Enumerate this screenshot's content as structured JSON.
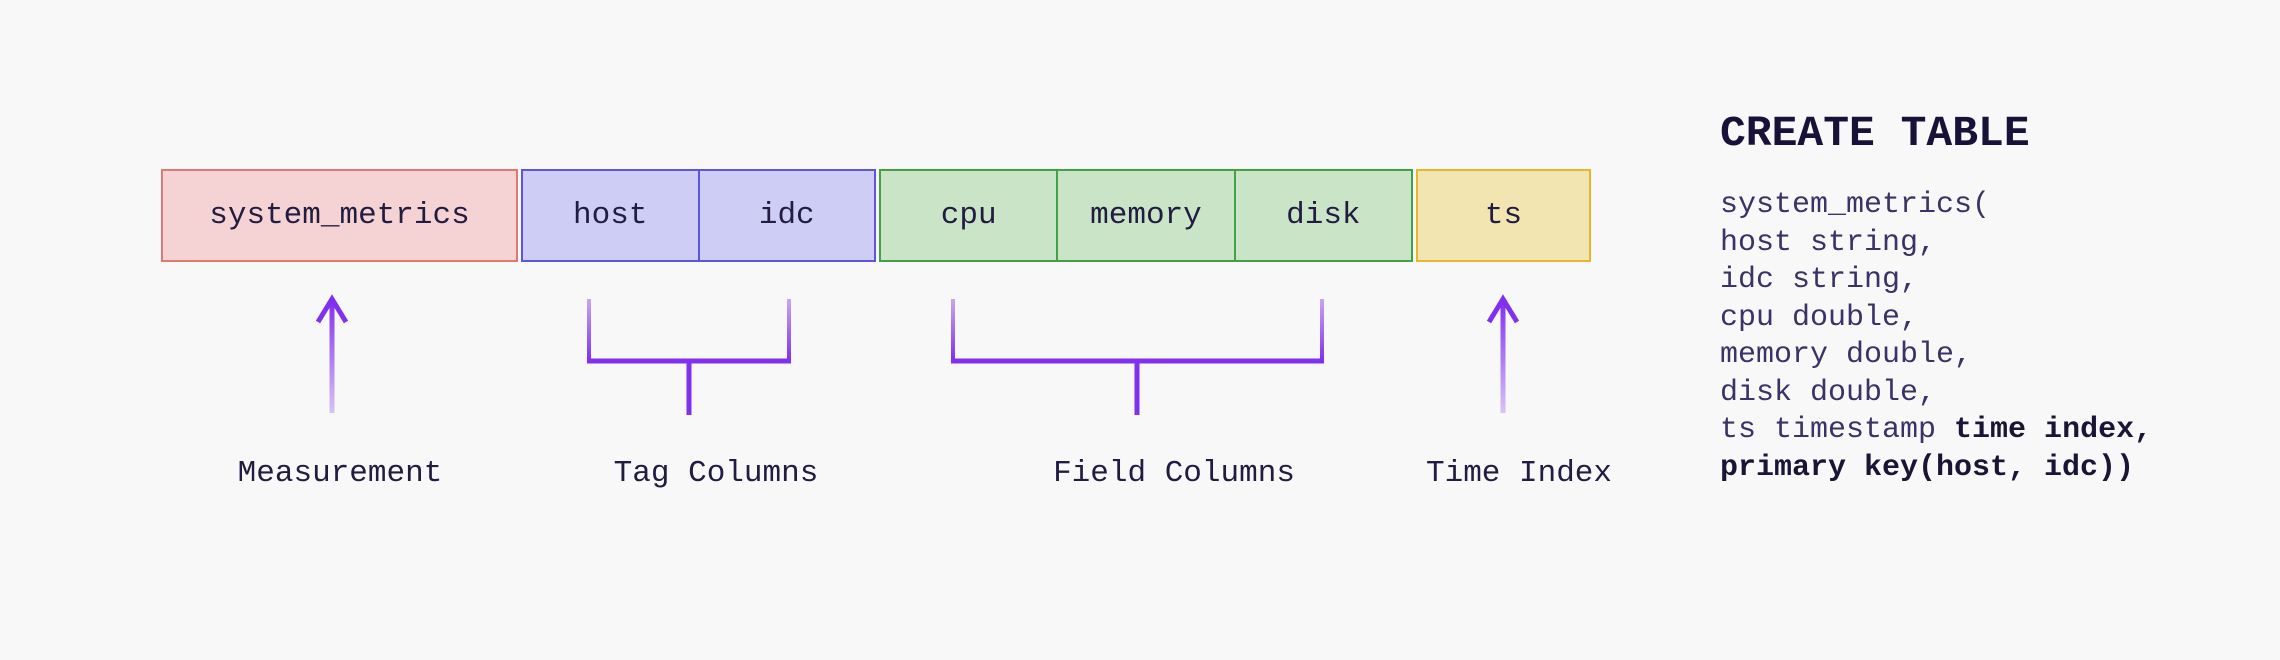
{
  "diagram": {
    "background_color": "#f8f8f9",
    "connector_color": "#8130ef",
    "connector_fade_color": "#d9c4f6",
    "text_color": "#221c41",
    "groups": [
      {
        "name": "measurement",
        "fill": "#f5d3d4",
        "border": "#e0796f",
        "cells": [
          "system_metrics"
        ],
        "annotation": "up-arrow",
        "label": "Measurement"
      },
      {
        "name": "tag-columns",
        "fill": "#cecdf5",
        "border": "#5b55e0",
        "cells": [
          "host",
          "idc"
        ],
        "annotation": "bracket",
        "label": "Tag Columns"
      },
      {
        "name": "field-columns",
        "fill": "#cae4c7",
        "border": "#43a047",
        "cells": [
          "cpu",
          "memory",
          "disk"
        ],
        "annotation": "bracket",
        "label": "Field Columns"
      },
      {
        "name": "time-index",
        "fill": "#f3e5b2",
        "border": "#e9b72f",
        "cells": [
          "ts"
        ],
        "annotation": "up-arrow",
        "label": "Time Index"
      }
    ]
  },
  "sql": {
    "title": "CREATE TABLE",
    "lines": [
      {
        "segments": [
          {
            "text": "system_metrics(",
            "bold": false
          }
        ]
      },
      {
        "segments": [
          {
            "text": "host string,",
            "bold": false
          }
        ]
      },
      {
        "segments": [
          {
            "text": "idc string,",
            "bold": false
          }
        ]
      },
      {
        "segments": [
          {
            "text": "cpu double,",
            "bold": false
          }
        ]
      },
      {
        "segments": [
          {
            "text": "memory double,",
            "bold": false
          }
        ]
      },
      {
        "segments": [
          {
            "text": "disk double,",
            "bold": false
          }
        ]
      },
      {
        "segments": [
          {
            "text": "ts timestamp ",
            "bold": false
          },
          {
            "text": "time index,",
            "bold": true
          }
        ]
      },
      {
        "segments": [
          {
            "text": "primary key(host, idc))",
            "bold": true
          }
        ]
      }
    ]
  }
}
